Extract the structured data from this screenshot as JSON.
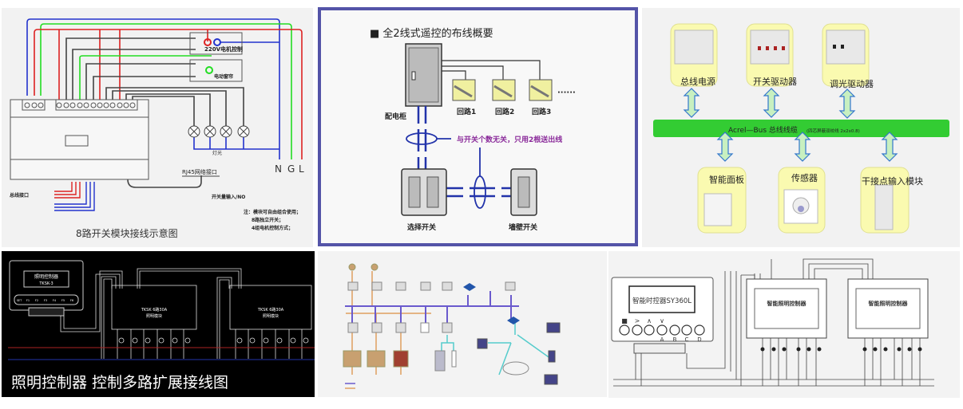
{
  "panels": {
    "switch_module": {
      "box1_label": "220V电机控制",
      "box2_label": "电动窗帘",
      "lamps_label": "灯光",
      "rj45_label": "RJ45网络接口",
      "bus_label": "总线接口",
      "input_label": "开关量输入/NO",
      "note_1": "注：模块可自由组合使用；",
      "note_2": "8路独立开关；",
      "note_3": "4组电机控制方式；",
      "n_label": "N",
      "g_label": "G",
      "l_label": "L",
      "title": "8路开关模块接线示意图"
    },
    "two_wire": {
      "title": "■ 全2线式遥控的布线概要",
      "cabinet_label": "配电柜",
      "circuits": [
        "回路1",
        "回路2",
        "回路3"
      ],
      "ellipsis": "······",
      "note": "与开关个数无关，只用2根送出线",
      "select_switch_label": "选择开关",
      "wall_switch_label": "墙壁开关",
      "frame_color": "#5454a8"
    },
    "acrel_bus": {
      "top_devices": [
        "总线电源",
        "开关驱动器",
        "调光驱动器"
      ],
      "bus_label": "Acrel—Bus 总线线缆",
      "bus_spec": "(四芯屏蔽双绞线 2x2x0.8)",
      "bottom_devices": [
        "智能面板",
        "传感器",
        "干接点输入模块"
      ],
      "bus_color": "#33cc33"
    },
    "controller_expansion": {
      "controller_title": "照明控制器",
      "controller_model": "TKSK-3",
      "buttons": [
        "SET",
        "F1",
        "F2",
        "F3",
        "F4",
        "F5",
        "F6"
      ],
      "module_title": "TKSK 6路30A",
      "module_subtitle": "照明模块",
      "caption": "照明控制器 控制多路扩展接线图"
    },
    "smart_home": {
      "bus_color": "#6a5acd",
      "power_color": "#e0a060"
    },
    "time_controller": {
      "display": "智能时控器SY360L",
      "button_symbols": [
        "■",
        ">",
        "∧",
        "∨"
      ],
      "button_letters": [
        "A",
        "B",
        "C",
        "D"
      ],
      "controller_label": "智能照明控制器"
    }
  }
}
